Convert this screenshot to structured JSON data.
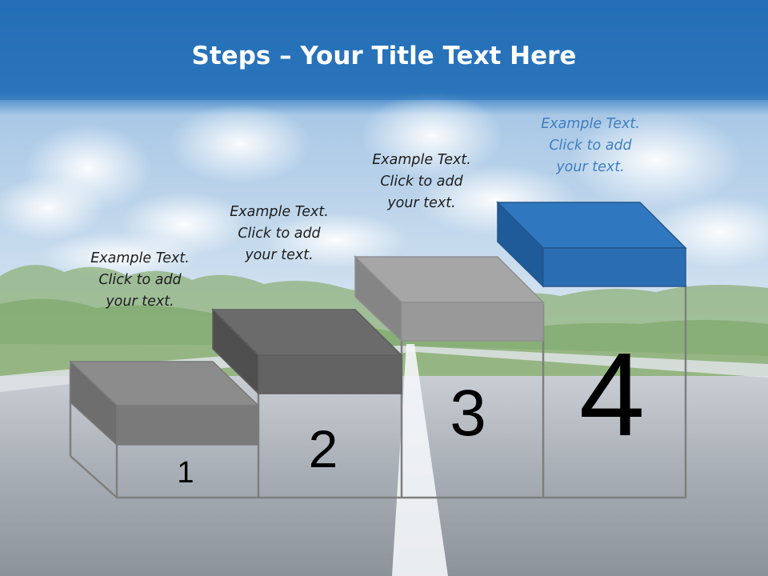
{
  "slide": {
    "title_bold": "Steps",
    "title_rest": " – Your Title Text Here"
  },
  "steps": [
    {
      "number": "1",
      "text_lines": [
        "Example Text.",
        "Click  to add",
        "your text."
      ],
      "color": "#8c8c8c"
    },
    {
      "number": "2",
      "text_lines": [
        "Example Text.",
        "Click  to add",
        "your text."
      ],
      "color": "#6b6b6b"
    },
    {
      "number": "3",
      "text_lines": [
        "Example Text.",
        "Click  to add",
        "your text."
      ],
      "color": "#a6a6a6"
    },
    {
      "number": "4",
      "text_lines": [
        "Example Text.",
        "Click  to add",
        "your text."
      ],
      "color": "#2f78c0"
    }
  ],
  "colors": {
    "header_blue": "#2a75bb",
    "sky": "#aac9e6",
    "road": "#8a9098",
    "accent_blue": "#2f78c0"
  }
}
